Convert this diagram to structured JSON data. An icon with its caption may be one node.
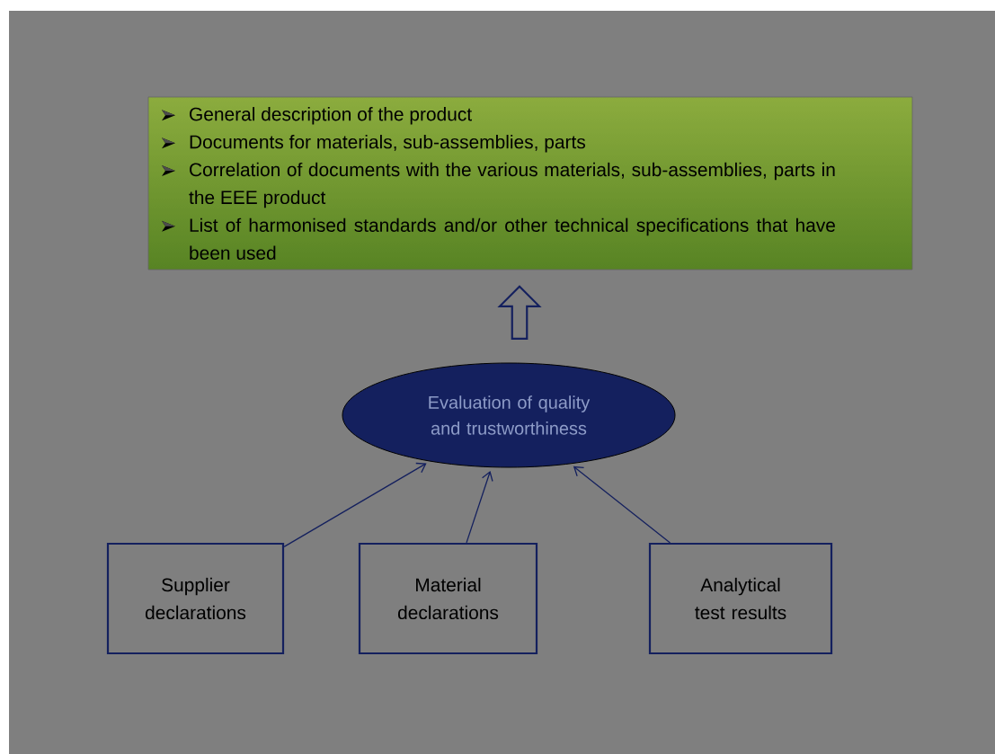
{
  "diagram": {
    "nodes": [
      {
        "text": [
          "General description of the product",
          "Documents for materials, sub-assemblies, parts",
          "Correlation of documents with the various materials, sub-assemblies, parts in the EEE product",
          "List of harmonised standards and/or other technical specifications that have been used"
        ]
      },
      {
        "text": [
          "Evaluation of quality and trustworthiness"
        ]
      },
      {
        "text": [
          "Supplier declarations"
        ]
      },
      {
        "text": [
          "Material declarations"
        ]
      },
      {
        "text": [
          "Analytical test results"
        ]
      }
    ],
    "edges": [
      {
        "from": 1,
        "to": 0,
        "arrow": "to",
        "style": "thick"
      },
      {
        "from": 2,
        "to": 1,
        "arrow": "to"
      },
      {
        "from": 3,
        "to": 1,
        "arrow": "to"
      },
      {
        "from": 4,
        "to": 1,
        "arrow": "to"
      }
    ]
  }
}
